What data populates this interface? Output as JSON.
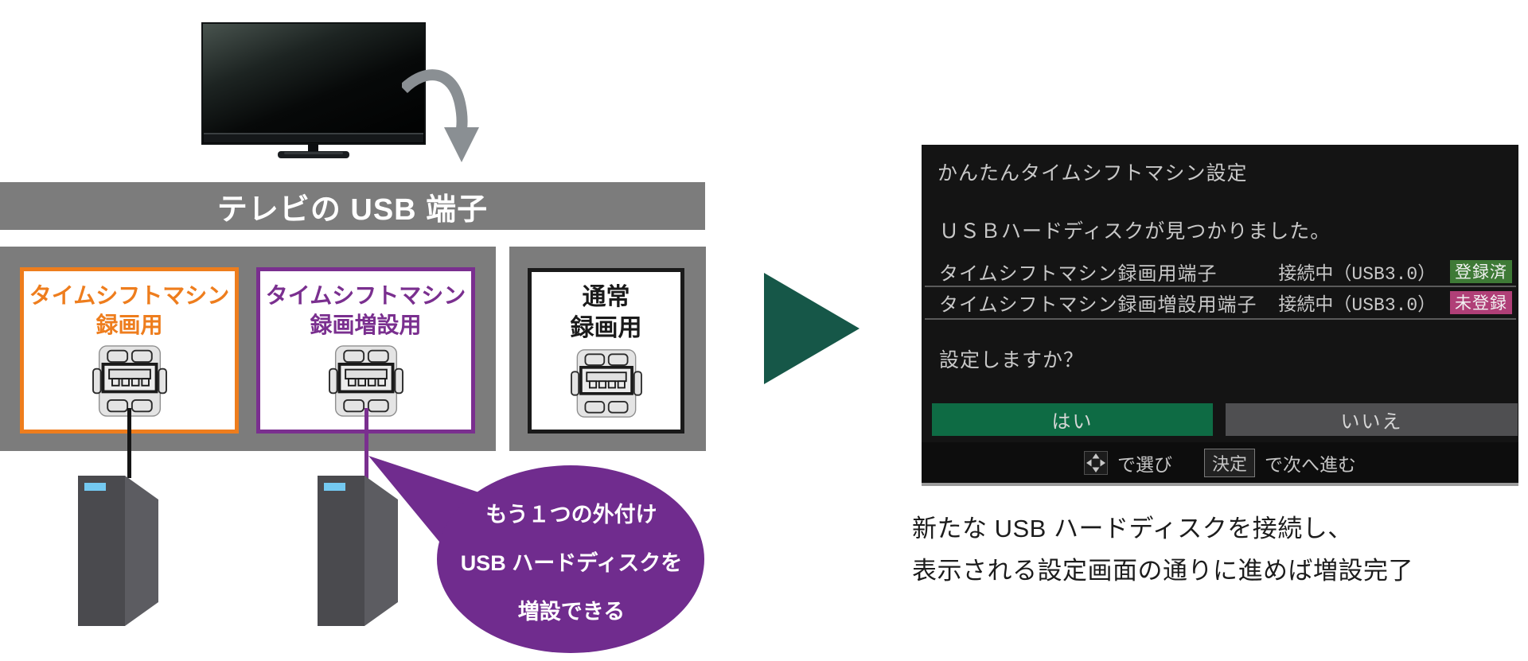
{
  "diagram": {
    "usb_bar_title": "テレビの USB 端子",
    "bar_color": "#7c7c7c",
    "ports": [
      {
        "line1": "タイムシフトマシン",
        "line2": "録画用",
        "color": "#ee7d1d"
      },
      {
        "line1": "タイムシフトマシン",
        "line2": "録画増設用",
        "color": "#7a2f8f"
      },
      {
        "line1": "通常",
        "line2": "録画用",
        "color": "#1a1a1a"
      }
    ],
    "bubble": {
      "line1": "もう１つの外付け",
      "line2": "USB ハードディスクを",
      "line3": "増設できる",
      "color": "#702c8e"
    },
    "flow_arrow_color": "#165748"
  },
  "settings_screen": {
    "title": "かんたんタイムシフトマシン設定",
    "message": "ＵＳＢハードディスクが見つかりました。",
    "rows": [
      {
        "label": "タイムシフトマシン録画用端子",
        "status": "接続中（USB3.0）",
        "badge": "登録済",
        "badge_color": "#3e7a36"
      },
      {
        "label": "タイムシフトマシン録画増設用端子",
        "status": "接続中（USB3.0）",
        "badge": "未登録",
        "badge_color": "#b03f77"
      }
    ],
    "question": "設定しますか？",
    "buttons": {
      "yes": "はい",
      "no": "いいえ"
    },
    "yes_color": "#0e6b44",
    "hint": {
      "select": "で選び",
      "decide_key": "決定",
      "proceed": "で次へ進む"
    }
  },
  "caption": {
    "line1": "新たな USB ハードディスクを接続し、",
    "line2": "表示される設定画面の通りに進めば増設完了"
  }
}
